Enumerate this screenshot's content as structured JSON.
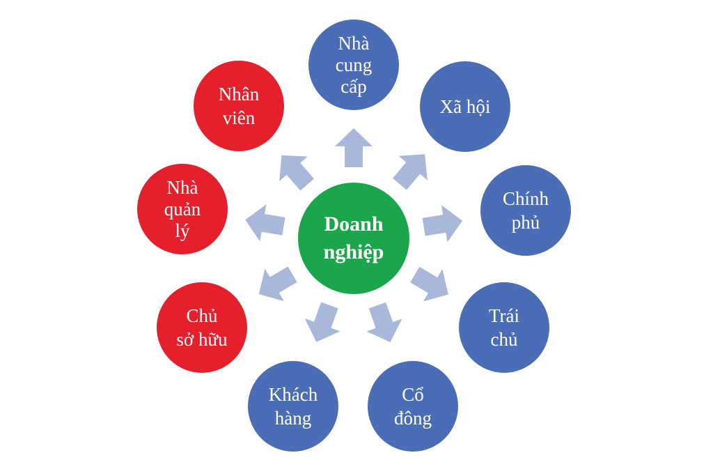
{
  "colors": {
    "center": "#1ba64b",
    "blue": "#4a6db5",
    "red": "#e3202b",
    "arrow": "#a8b7da"
  },
  "center": {
    "lines": [
      "Doanh",
      "nghiệp"
    ]
  },
  "nodes": [
    {
      "id": "nha-cung-cap",
      "lines": [
        "Nhà",
        "cung",
        "cấp"
      ],
      "color": "blue"
    },
    {
      "id": "xa-hoi",
      "lines": [
        "Xã hội"
      ],
      "color": "blue"
    },
    {
      "id": "chinh-phu",
      "lines": [
        "Chính",
        "phủ"
      ],
      "color": "blue"
    },
    {
      "id": "trai-chu",
      "lines": [
        "Trái",
        "chủ"
      ],
      "color": "blue"
    },
    {
      "id": "co-dong",
      "lines": [
        "Cổ",
        "đông"
      ],
      "color": "blue"
    },
    {
      "id": "khach-hang",
      "lines": [
        "Khách",
        "hàng"
      ],
      "color": "blue"
    },
    {
      "id": "chu-so-huu",
      "lines": [
        "Chủ",
        "sở hữu"
      ],
      "color": "red"
    },
    {
      "id": "nha-quan-ly",
      "lines": [
        "Nhà",
        "quản",
        "lý"
      ],
      "color": "red"
    },
    {
      "id": "nhan-vien",
      "lines": [
        "Nhân",
        "viên"
      ],
      "color": "red"
    }
  ]
}
